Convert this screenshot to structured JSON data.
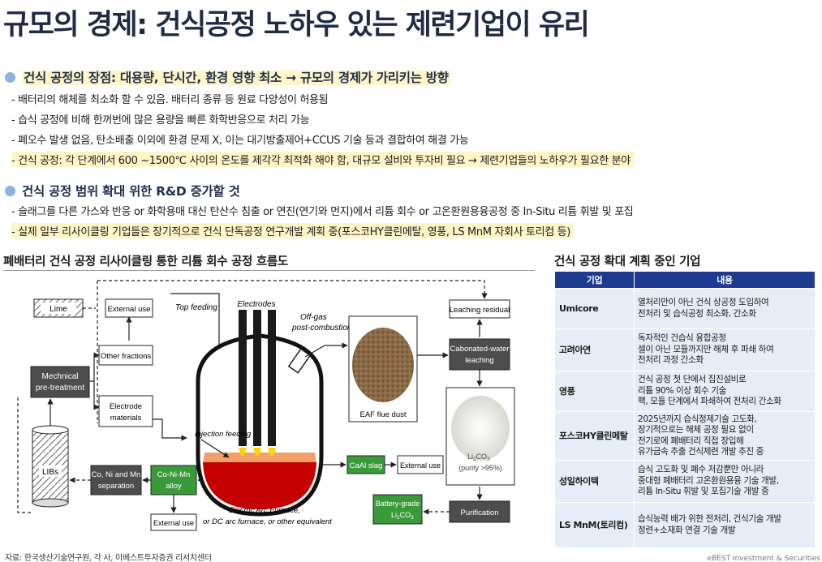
{
  "title": "규모의 경제: 건식공정 노하우 있는 제련기업이 유리",
  "bullet1": {
    "head": "건식 공정의 장점: 대용량, 단시간, 환경 영향 최소 → 규모의 경제가 가리키는 방향",
    "items": [
      "- 배터리의 해체를 최소화 할 수 있음. 배터리 종류 등 원료 다양성이 허용됨",
      "- 습식 공정에 비해 한꺼번에 많은 용량을 빠른 화학반응으로 처리 가능",
      "- 폐오수 발생 없음, 탄소배출 이외에 환경 문제 X, 이는 대기방출제어+CCUS 기술 등과 결합하여 해결 가능",
      "- 건식 공정: 각 단계에서 600 ~1500℃ 사이의 온도를  제각각 최적화 해야 함, 대규모 설비와 투자비 필요 → 제련기업들의 노하우가 필요한 분야"
    ]
  },
  "bullet2": {
    "head": "건식 공정 범위 확대 위한 R&D 증가할 것",
    "items": [
      "- 슬래그를 다른 가스와 반응 or 화학용매 대신 탄산수 침출 or 연진(연기와 먼지)에서 리튬 회수 or 고온환원용융공정 중 In-Situ 리튬 휘발 및 포집",
      "- 실제 일부 리사이클링 기업들은 장기적으로 건식 단독공정 연구개발 계획 중(포스코HY클린메탈, 영풍, LS MnM 자회사 토리컴 등)"
    ]
  },
  "diagram": {
    "title": "폐배터리 건식 공정 리사이클링 통한 리튬 회수 공정 흐름도",
    "labels": {
      "lime": "Lime",
      "external_use_1": "External use",
      "top_feeding": "Top feeding",
      "electrodes": "Electrodes",
      "offgas": "Off-gas",
      "post_combustion": "post-combustion",
      "leaching_residual": "Leaching residual",
      "other_fractions": "Other fractions",
      "mech_1": "Mechnical",
      "mech_2": "pre-treatment",
      "carbonated_1": "Cabonated-water",
      "carbonated_2": "leaching",
      "electrode_mat_1": "Electrode",
      "electrode_mat_2": "materials",
      "eaf_flue_dust": "EAF flue dust",
      "injection_feeding": "Injection feeding",
      "li2co3_a": "Li",
      "li2co3_b": "CO",
      "purity": "(purity >95%)",
      "libs": "LIBs",
      "cani_1": "Co, Ni and Mn",
      "cani_2": "separation",
      "conimn_1": "Co-Ni-Mn",
      "conimn_2": "alloy",
      "caal_slag": "CaAl slag",
      "external_use_2": "External use",
      "external_use_3": "External use",
      "eaf_1": "Electric Arc Furnace,",
      "eaf_2": "or DC arc furnace, or other equivalent",
      "battery_grade_1": "Battery-grade",
      "battery_grade_2": "Li",
      "purification": "Purification"
    }
  },
  "table_section": {
    "title": "건식 공정 확대 계획 중인 기업",
    "headers": [
      "기업",
      "내용"
    ],
    "rows": [
      {
        "company": "Umicore",
        "lines": [
          "열처리만이 아닌 건식 상공정 도입하여",
          "전처리 및 습식공정 최소화, 간소화"
        ]
      },
      {
        "company": "고려아연",
        "lines": [
          "독자적인 건습식 융합공정",
          "셀이 아닌 모듈까지만 해체 후 파쇄 하여",
          "전처리 과정 간소화"
        ]
      },
      {
        "company": "영풍",
        "lines": [
          "건식 공정 첫 단에서 집진설비로",
          "리튬 90% 이상 회수 기술",
          "팩, 모듈 단계에서 파쇄하여 전처리 간소화"
        ]
      },
      {
        "company": "포스코HY클린메탈",
        "lines": [
          "2025년까지 습식정제기술 고도화,",
          "장기적으로는 해체 공정 필요 없이",
          "전기로에 폐배터리 직접 장입해",
          "유가금속 추출 건식제련 개발 추진 중"
        ]
      },
      {
        "company": "성일하이텍",
        "lines": [
          "습식 고도화 및 폐수 저감뿐만 아니라",
          "중대형 폐배터리 고온환원용융 기술 개발,",
          "리튬 In-Situ 휘발 및 포집기술 개발 중"
        ]
      },
      {
        "company": "LS MnM(토리컴)",
        "lines": [
          "습식능력 배가 위한 전처리, 건식기술 개발",
          "정련+소재화 연결 기술 개발"
        ]
      }
    ]
  },
  "footer": {
    "source": "자료: 한국생산기술연구원, 각 사, 이베스트투자증권 리서치센터",
    "brand": "eBEST Investment & Securities"
  },
  "colors": {
    "title": "#1f2a44",
    "bullet_dot": "#8db3e2",
    "highlight": "#fff6c7",
    "table_header": "#1f3b8f",
    "table_cell": "#e7edf7",
    "green_box": "#3a9a3a",
    "dark_box": "#4d4d4d"
  }
}
